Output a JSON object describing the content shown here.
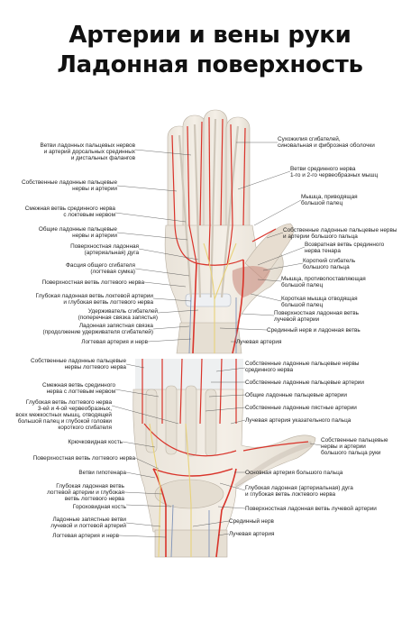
{
  "title": {
    "line1": "Артерии и вены руки",
    "line2": "Ладонная поверхность"
  },
  "colors": {
    "artery": "#d9332a",
    "vein": "#7f93b8",
    "tendon": "#d7d2c8",
    "nerve": "#e8d27a",
    "bone": "#e9e4da"
  },
  "top_figure": {
    "left_labels": [
      "Ветви ладонных пальцевых нервов",
      "и артерий дорсальных срединных",
      "и дистальных фалангов",
      "Собственные ладонные пальцевые",
      "нервы и артерии",
      "Смежная ветвь срединного нерва",
      "с локтевым нервом",
      "Общие ладонные пальцевые",
      "нервы и артерии",
      "Поверхностная ладонная",
      "(артериальная) дуга",
      "Фасция общего сгибателя",
      "(логтевая сумка)",
      "Поверхностная ветвь логтевого нерва",
      "Глубокая ладонная ветвь локтевой артерии",
      "и глубокая ветвь логтевого нерва",
      "Удерживатель сгибателей",
      "(поперечная связка запястья)",
      "Ладонная запястная связка",
      "(продолжение удерживателя сгибателей)",
      "Логтевая артерия и нерв"
    ],
    "right_labels": [
      "Сухожилия сгибателей,",
      "синовальная и фиброзная оболочки",
      "Ветви срединного нерва",
      "1-го и 2-го червеобразных мышц",
      "Мышца, приводящая",
      "большой палец",
      "Собственные ладонные пальцевые нервы",
      "и артерии большого пальца",
      "Возвратная ветвь срединного",
      "нерва тенара",
      "Короткий сгибатель",
      "большого пальца",
      "Мышца, противопоставляющая",
      "большой палец",
      "Короткая мышца отводящая",
      "большой палец",
      "Поверхностная ладонная ветвь",
      "лучевой артерии",
      "Срединный нерв и ладонная ветвь",
      "Лучевая артерия"
    ]
  },
  "bottom_figure": {
    "left_labels": [
      "Собственные ладонные пальцевые",
      "нервы логтевого нерва",
      "Смежная ветвь срединного",
      "нерва с логтевым нервом",
      "Глубокая ветвь логтевого нерва",
      "3-ей и 4-ой червеобразных,",
      "всех межкостных мышц, отводящей",
      "большой палец и глубокой головки",
      "короткого сгибателя",
      "Крючковидная кость",
      "Поверхностная ветвь логтевого нерва",
      "Ветви гипотенара",
      "Глубокая ладонная ветвь",
      "логтевой артерии и глубокая",
      "ветвь логтевого нерва",
      "Гороховидная кость",
      "Ладонные запястные ветви",
      "лучевой и логтевой артерий",
      "Логтевая артерия и нерв"
    ],
    "right_labels": [
      "Собственные ладонные пальцевые нервы",
      "срединного нерва",
      "Собственные ладонные пальцевые артерии",
      "Общие ладонные пальцевые артерии",
      "Собственные ладонные пястные артерии",
      "Лучевая артерия указательного пальца",
      "Собственные пальцевые",
      "нервы и артерии",
      "большого пальца руки",
      "Основная артерия большого пальца",
      "Глубокая ладонная (артериальная) дуга",
      "и глубокая ветвь локтевого нерва",
      "Поверхностная ладонная ветвь лучевой артерии",
      "Срединный нерв",
      "Лучевая артерия"
    ]
  }
}
